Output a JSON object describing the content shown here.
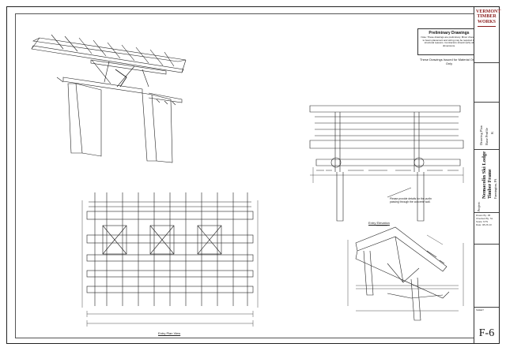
{
  "preliminary": {
    "heading": "Preliminary Drawings",
    "body": "Note: These drawings are preliminary. Minor changes to beam placement and sizing may be required for structural reasons. Contractors should verify all dimensions."
  },
  "issued_note": "These Drawings Issued for Material Order Only",
  "views": {
    "plan_title": "Entry Plan View",
    "elevation_title": "Entry Elevation",
    "callout": "Please provide details for the purlin passing through the concrete wall."
  },
  "titleblock": {
    "logo": [
      "VERMONT",
      "TIMBER",
      "WORKS"
    ],
    "drawing_box": "Drawing Plan",
    "drawing_box2": "Base Profile",
    "drawing_box3": "K",
    "project_label": "Project:",
    "project_name": "Nemacolin Ski Lodge",
    "project_sub": "Timber Frame",
    "project_loc": "Farmington, PA",
    "drawn_by": "Drawn By: JB",
    "checked_by": "Checked By: SL",
    "scale": "Scale: NTS",
    "date": "Date: 08.26.13",
    "sheet_label": "SHEET",
    "sheet_no": "F-6"
  }
}
